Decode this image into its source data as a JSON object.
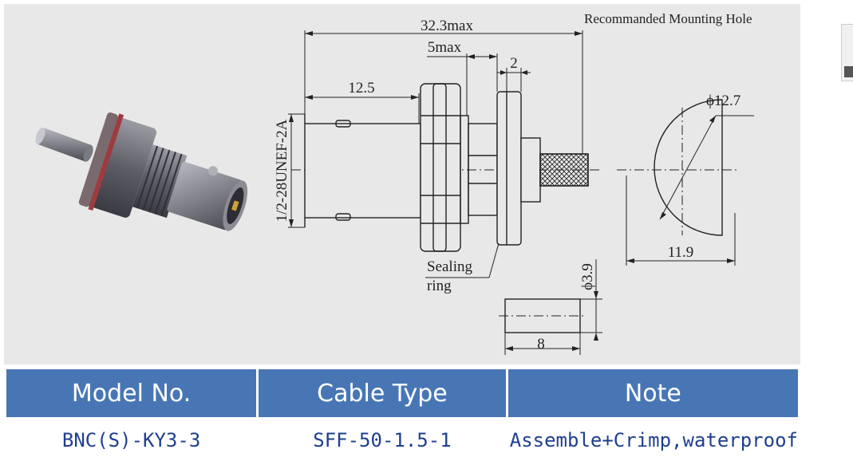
{
  "drawing": {
    "dims": {
      "overall_length": "32.3max",
      "panel_thickness": "5max",
      "flange": "2",
      "body_length": "12.5",
      "thread_spec": "1/2-28UNEF-2A",
      "hole_diameter": "ϕ12.7",
      "hole_flat": "11.9",
      "ferrule_diameter": "ϕ3.9",
      "ferrule_length": "8"
    },
    "labels": {
      "mounting_hole_title": "Recommanded Mounting Hole",
      "sealing_line1": "Sealing",
      "sealing_line2": "ring"
    }
  },
  "table": {
    "headers": [
      "Model No.",
      "Cable Type",
      "Note"
    ],
    "row": [
      "BNC(S)-KY3-3",
      "SFF-50-1.5-1",
      "Assemble+Crimp,waterproof"
    ]
  }
}
